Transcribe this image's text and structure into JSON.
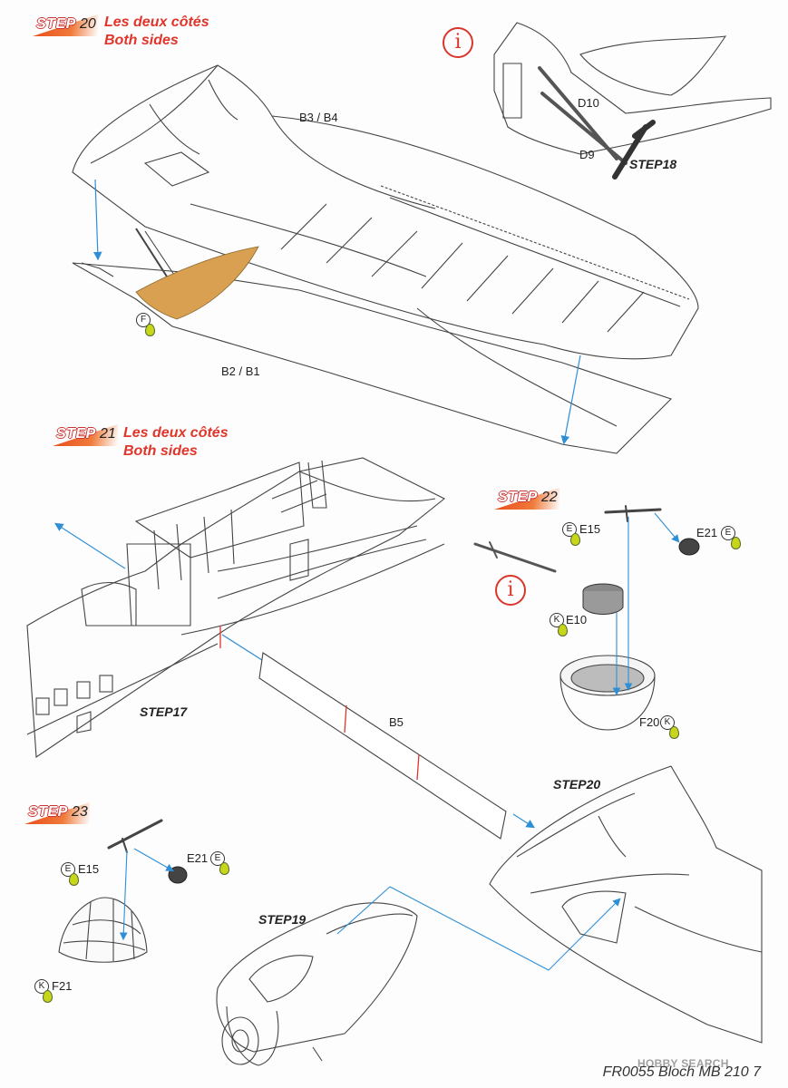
{
  "steps": {
    "s20": {
      "label": "STEP",
      "number": "20",
      "caption_fr": "Les deux côtés",
      "caption_en": "Both sides"
    },
    "s21": {
      "label": "STEP",
      "number": "21",
      "caption_fr": "Les deux côtés",
      "caption_en": "Both sides"
    },
    "s22": {
      "label": "STEP",
      "number": "22"
    },
    "s23": {
      "label": "STEP",
      "number": "23"
    }
  },
  "parts": {
    "b3b4": "B3 / B4",
    "b2b1": "B2 / B1",
    "d10": "D10",
    "d9": "D9",
    "b5": "B5",
    "e15_22": "E15",
    "e21_22": "E21",
    "e10": "E10",
    "f20": "F20",
    "e15_23": "E15",
    "e21_23": "E21",
    "f21": "F21"
  },
  "markers": {
    "f": "F",
    "e": "E",
    "k": "K",
    "info": "i"
  },
  "step_links": {
    "step18": "STEP18",
    "step17": "STEP17",
    "step20": "STEP20",
    "step19": "STEP19"
  },
  "footer": "FR0055 Bloch MB 210  7",
  "watermark": "HOBBY SEARCH",
  "colors": {
    "accent": "#e0352a",
    "arrow": "#2f8fd6",
    "highlight": "#d8a050",
    "glue": "#c8d61a"
  }
}
